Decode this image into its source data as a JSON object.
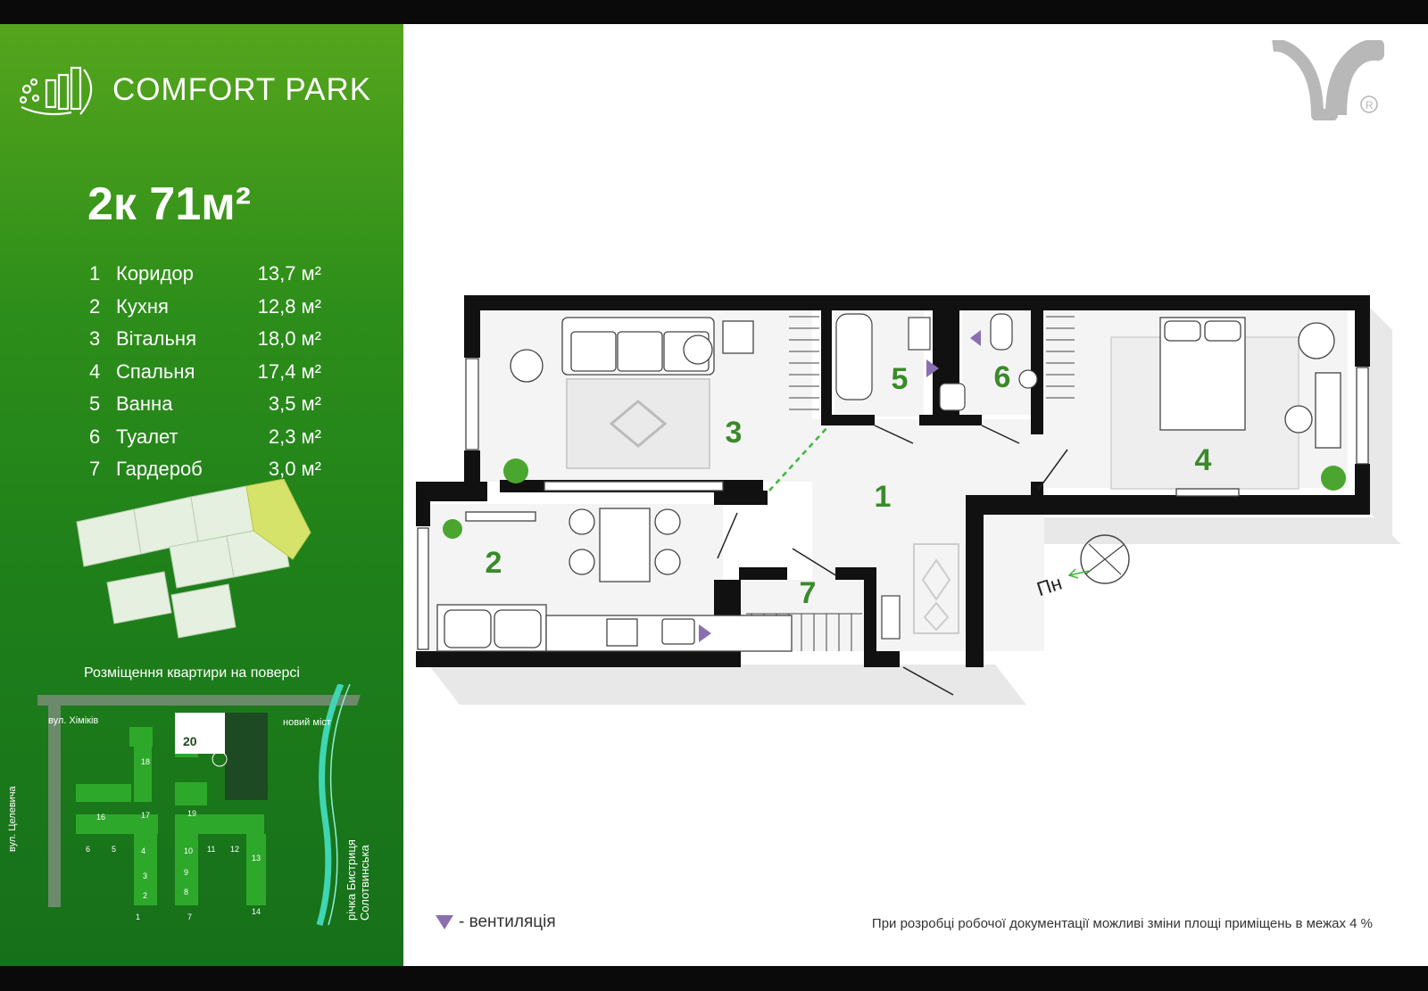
{
  "brand": {
    "name": "COMFORT PARK"
  },
  "apartment": {
    "title": "2к 71м²"
  },
  "rooms": [
    {
      "num": "1",
      "name": "Коридор",
      "area": "13,7 м²"
    },
    {
      "num": "2",
      "name": "Кухня",
      "area": "12,8 м²"
    },
    {
      "num": "3",
      "name": "Вітальня",
      "area": "18,0 м²"
    },
    {
      "num": "4",
      "name": "Спальня",
      "area": "17,4 м²"
    },
    {
      "num": "5",
      "name": "Ванна",
      "area": "3,5 м²"
    },
    {
      "num": "6",
      "name": "Туалет",
      "area": "2,3 м²"
    },
    {
      "num": "7",
      "name": "Гардероб",
      "area": "3,0 м²"
    }
  ],
  "floor_caption": "Розміщення квартири на поверсі",
  "site_map": {
    "street_top": "вул. Хіміків",
    "bridge": "новий міст",
    "street_left": "вул. Целевича",
    "river": "річка Бистриця Солотвинська",
    "buildings": [
      "20",
      "18",
      "16",
      "17",
      "19",
      "6",
      "5",
      "4",
      "10",
      "11",
      "12",
      "13",
      "9",
      "3",
      "8",
      "2",
      "14",
      "1",
      "7"
    ]
  },
  "plan": {
    "room_numbers": [
      "1",
      "2",
      "3",
      "4",
      "5",
      "6",
      "7"
    ],
    "north_label": "Пн"
  },
  "footer": {
    "vent_label": "- вентиляція",
    "note": "При розробці робочої документації можливі зміни площі приміщень в межах 4 %"
  },
  "colors": {
    "accent_green": "#3a9a1f",
    "room_number": "#3a8a2a",
    "vent": "#8a6fb0",
    "highlight": "#d6e36a"
  }
}
